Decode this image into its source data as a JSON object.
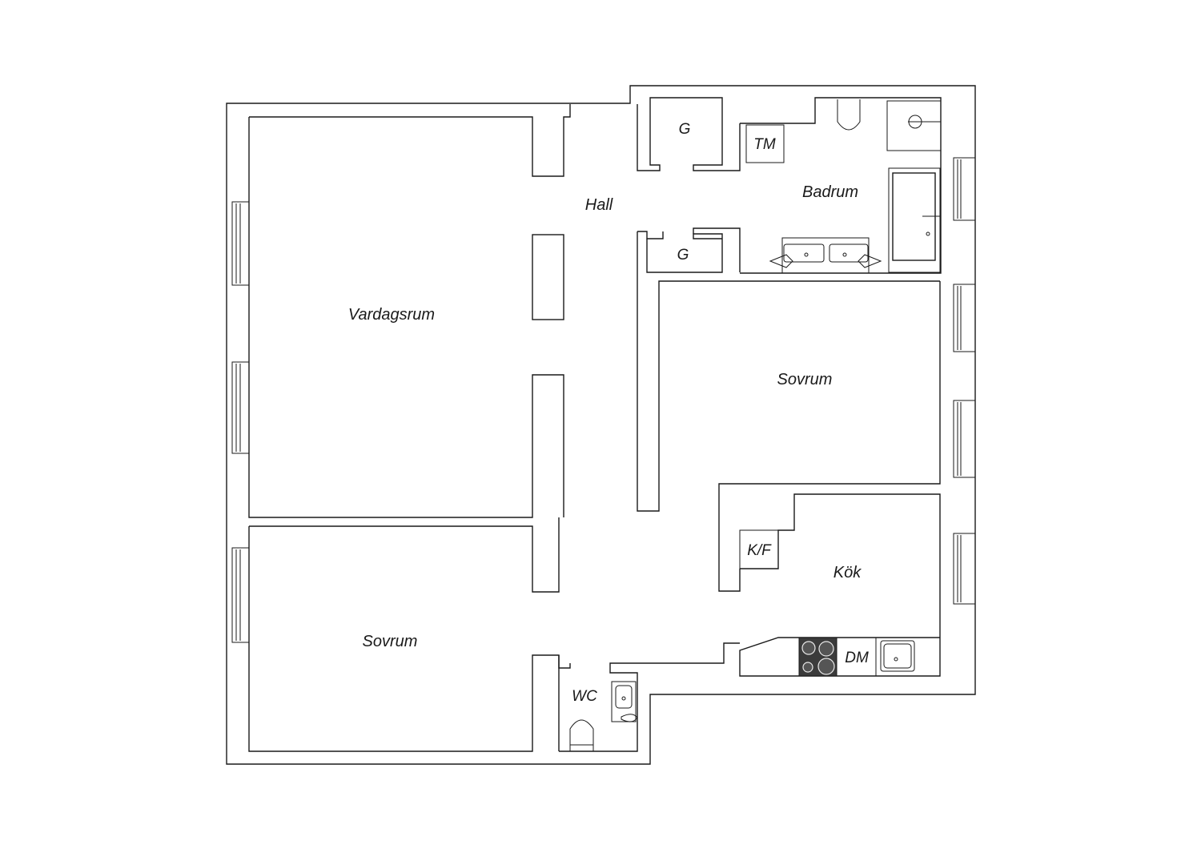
{
  "rooms": {
    "vardagsrum": "Vardagsrum",
    "hall": "Hall",
    "sovrum_right": "Sovrum",
    "sovrum_left": "Sovrum",
    "badrum": "Badrum",
    "kok": "Kök",
    "wc": "WC"
  },
  "fixtures": {
    "garderob_top": "G",
    "garderob_bottom": "G",
    "tvattmaskin": "TM",
    "kyl_frys": "K/F",
    "diskmaskin": "DM"
  }
}
